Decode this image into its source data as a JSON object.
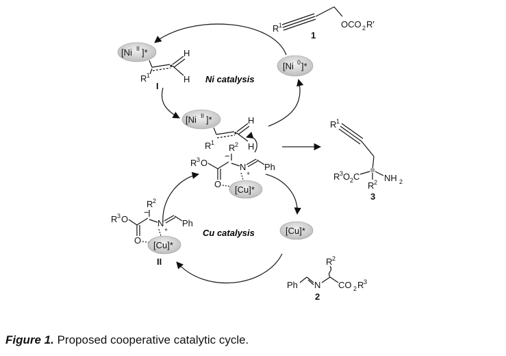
{
  "caption": {
    "figure_label": "Figure 1.",
    "text": " Proposed cooperative catalytic cycle."
  },
  "cycles": {
    "ni": "Ni catalysis",
    "cu": "Cu catalysis"
  },
  "compounds": {
    "c1": "1",
    "c2": "2",
    "c3": "3",
    "int1": "I",
    "int2": "II"
  },
  "labels": {
    "ni_II": "[Ni",
    "ni_II_sup": "II",
    "ni_0_sup": "0",
    "cu": "[Cu]*",
    "star": "]*",
    "H": "H",
    "R": "R",
    "sup1": "1",
    "sup2": "2",
    "sup3": "3",
    "OCO2R": "OCO",
    "sub2": "2",
    "Rprime": "R'",
    "Ph": "Ph",
    "N": "N",
    "O": "O",
    "plus": "+",
    "minus": "−",
    "NH2": "NH",
    "CO2R3": "CO",
    "R3O2C": "O",
    "C": "C"
  }
}
